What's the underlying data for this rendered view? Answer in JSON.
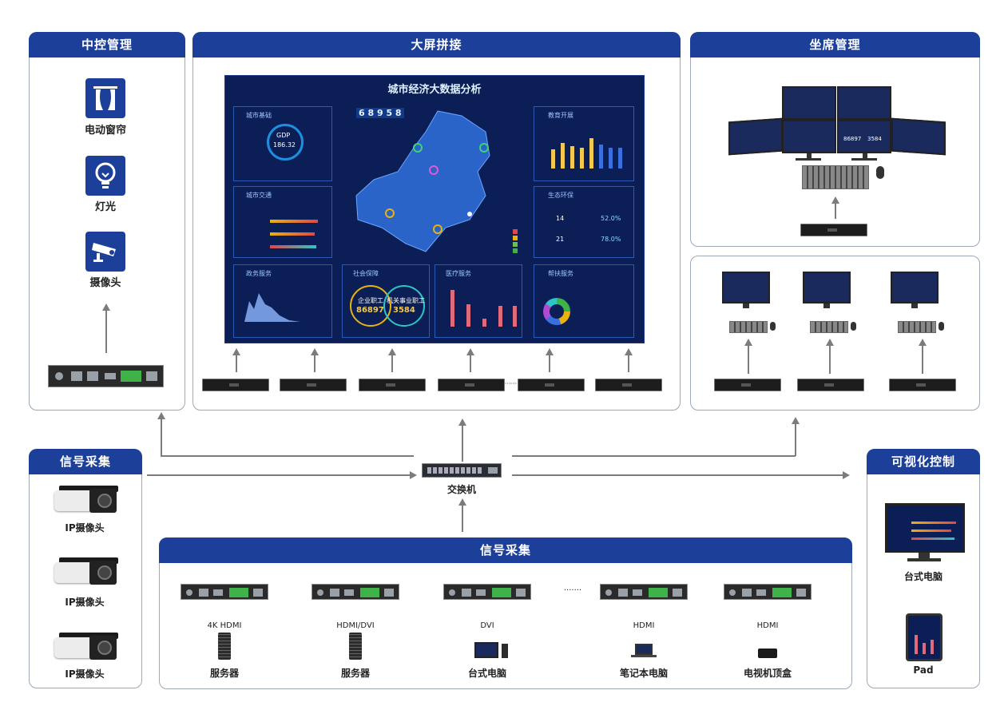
{
  "panels": {
    "central_control": "中控管理",
    "video_wall": "大屏拼接",
    "seat_management": "坐席管理",
    "signal_collection_left": "信号采集",
    "signal_collection_bottom": "信号采集",
    "visual_control": "可视化控制"
  },
  "central_control": {
    "items": [
      {
        "label": "电动窗帘",
        "icon": "curtain-icon"
      },
      {
        "label": "灯光",
        "icon": "lightbulb-icon"
      },
      {
        "label": "摄像头",
        "icon": "camera-icon"
      }
    ]
  },
  "dashboard": {
    "title": "城市经济大数据分析",
    "digits": "6 8 9 5 8",
    "gdp_label": "GDP",
    "gdp_value": "186.32",
    "sections": [
      "城市基础",
      "城市交通",
      "政务服务",
      "社会保障",
      "医疗服务",
      "教育开展",
      "生态环保",
      "帮扶服务"
    ],
    "social_left_label": "企业职工",
    "social_left_value": "86897",
    "social_right_label": "机关事业职工",
    "social_right_value": "3584",
    "eco_value_1": "14",
    "eco_value_2": "52.0%",
    "eco_value_3": "21",
    "eco_value_4": "78.0%"
  },
  "seat_dashboard": {
    "value_1": "86897",
    "value_2": "3584"
  },
  "switch": {
    "label": "交换机"
  },
  "ip_cameras": [
    {
      "label": "IP摄像头"
    },
    {
      "label": "IP摄像头"
    },
    {
      "label": "IP摄像头"
    }
  ],
  "sources": [
    {
      "interface": "4K HDMI",
      "label": "服务器"
    },
    {
      "interface": "HDMI/DVI",
      "label": "服务器"
    },
    {
      "interface": "DVI",
      "label": "台式电脑"
    },
    {
      "interface": "HDMI",
      "label": "笔记本电脑"
    },
    {
      "interface": "HDMI",
      "label": "电视机顶盒"
    }
  ],
  "ellipsis": "·······",
  "visual_control": {
    "items": [
      {
        "label": "台式电脑"
      },
      {
        "label": "Pad"
      }
    ]
  }
}
